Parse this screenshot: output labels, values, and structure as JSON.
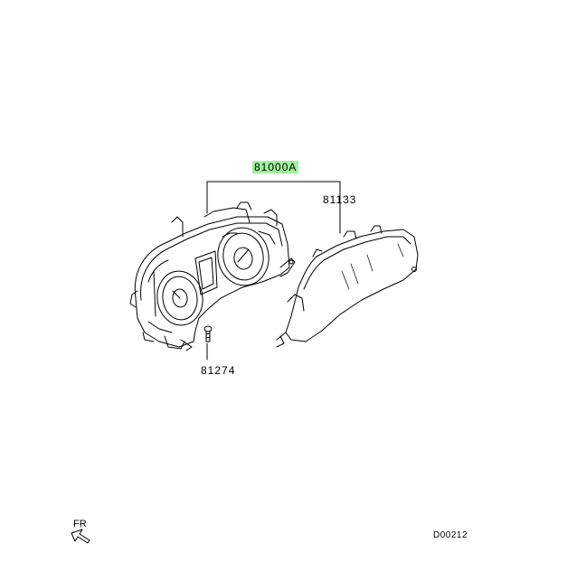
{
  "diagram": {
    "parts": {
      "assembly": "81000A",
      "cover": "81133",
      "screw": "81274"
    },
    "orientation": "FR",
    "diagram_code": "D00212",
    "highlight_color": "#9ef29a",
    "icons": [
      "fr-arrow-icon"
    ]
  }
}
